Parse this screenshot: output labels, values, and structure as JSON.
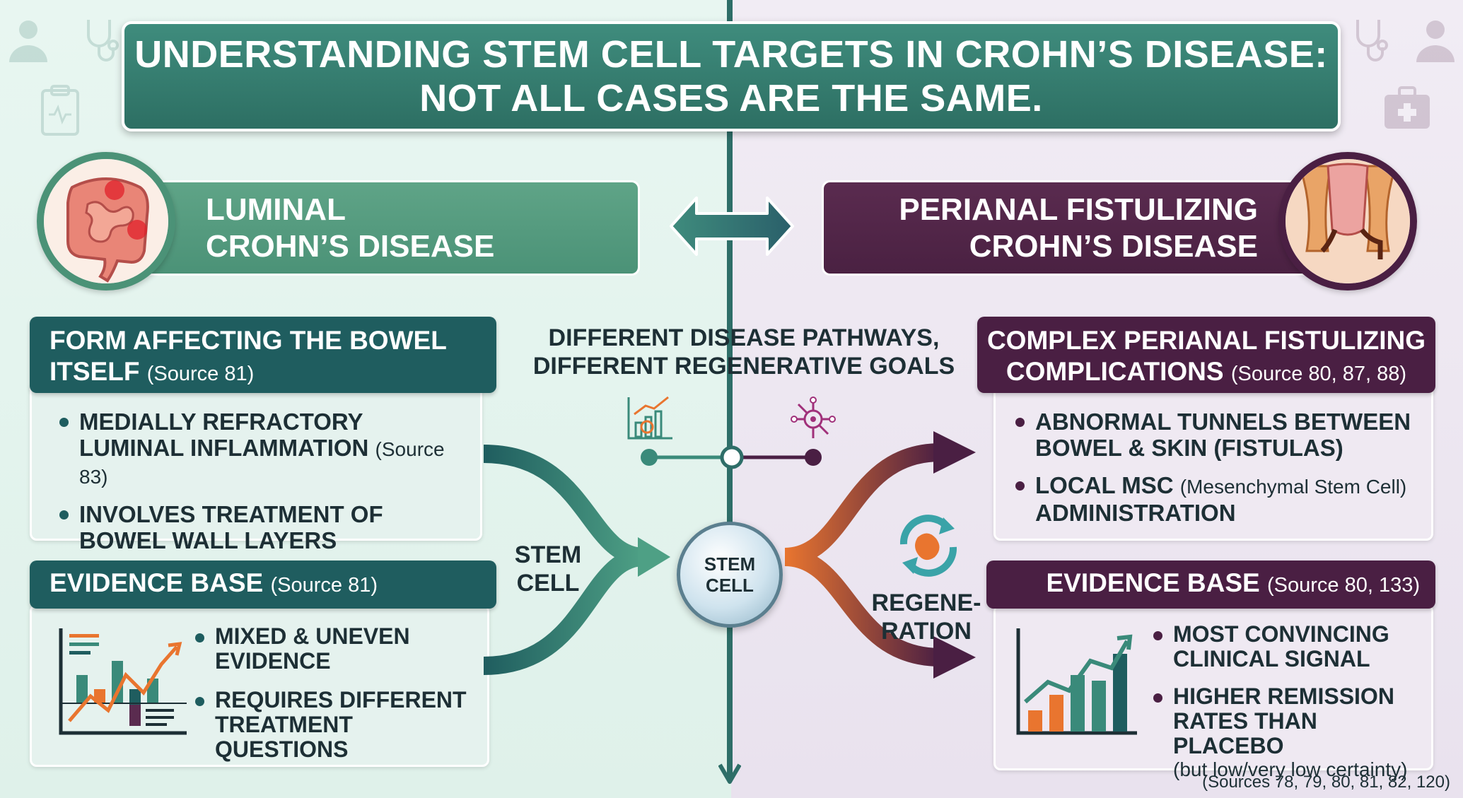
{
  "title": {
    "line1": "UNDERSTANDING STEM CELL TARGETS IN CROHN’S DISEASE:",
    "line2": "NOT ALL CASES ARE THE SAME."
  },
  "luminal": {
    "header_line1": "LUMINAL",
    "header_line2": "CROHN’S DISEASE",
    "icon": "intestine-icon",
    "form": {
      "title_line1": "FORM AFFECTING THE BOWEL",
      "title_line2": "ITSELF",
      "source": "(Source 81)",
      "bullet1_main": "MEDIALLY REFRACTORY LUMINAL INFLAMMATION",
      "bullet1_source": "(Source 83)",
      "bullet2": "INVOLVES TREATMENT OF BOWEL WALL LAYERS"
    },
    "evidence": {
      "title": "EVIDENCE BASE",
      "source": "(Source 81)",
      "bullet1": "MIXED & UNEVEN EVIDENCE",
      "bullet2": "REQUIRES DIFFERENT TREATMENT QUESTIONS",
      "icon": "mixed-chart-icon"
    }
  },
  "perianal": {
    "header_line1": "PERIANAL FISTULIZING",
    "header_line2": "CROHN’S DISEASE",
    "icon": "perianal-anatomy-icon",
    "form": {
      "title_line1": "COMPLEX PERIANAL FISTULIZING",
      "title_line2": "COMPLICATIONS",
      "source": "(Source 80, 87, 88)",
      "bullet1": "ABNORMAL TUNNELS BETWEEN BOWEL & SKIN (FISTULAS)",
      "bullet2_main": "LOCAL MSC",
      "bullet2_paren": "(Mesenchymal Stem Cell)",
      "bullet2_end": "ADMINISTRATION"
    },
    "evidence": {
      "title": "EVIDENCE BASE",
      "source": "(Source 80, 133)",
      "bullet1": "MOST CONVINCING CLINICAL SIGNAL",
      "bullet2": "HIGHER REMISSION RATES THAN PLACEBO",
      "bullet2_note": "(but low/very low certainty)",
      "icon": "rising-chart-icon"
    }
  },
  "center": {
    "pathways_line1": "DIFFERENT DISEASE PATHWAYS,",
    "pathways_line2": "DIFFERENT REGENERATIVE GOALS",
    "stem_label_line1": "STEM",
    "stem_label_line2": "CELL",
    "cell_line1": "STEM",
    "cell_line2": "CELL",
    "regen_line1": "REGENE-",
    "regen_line2": "RATION"
  },
  "footer_sources": "(Sources 78, 79, 80, 81, 82, 120)",
  "colors": {
    "teal_dark": "#1f5d5f",
    "teal_mid": "#4b9277",
    "plum_dark": "#4a1f43",
    "orange": "#e9752f"
  }
}
